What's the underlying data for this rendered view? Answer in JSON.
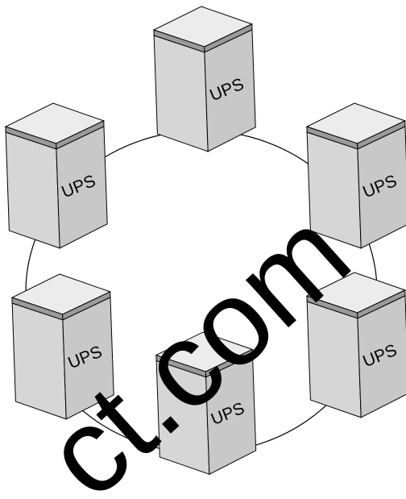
{
  "diagram": {
    "connection": "ring",
    "node_count": 6,
    "nodes": [
      {
        "id": "top",
        "label": "UPS"
      },
      {
        "id": "upper-left",
        "label": "UPS"
      },
      {
        "id": "upper-right",
        "label": "UPS"
      },
      {
        "id": "lower-left",
        "label": "UPS"
      },
      {
        "id": "lower-right",
        "label": "UPS"
      },
      {
        "id": "bottom",
        "label": "UPS"
      }
    ]
  },
  "watermark": {
    "text": "ct.com"
  },
  "colors": {
    "cabinet_front": "#d6d6d6",
    "cabinet_side": "#c4c4c4",
    "cabinet_top": "#ececec",
    "cabinet_band": "#9a9a9a",
    "outline": "#000000",
    "ring": "#000000",
    "background": "#ffffff"
  }
}
